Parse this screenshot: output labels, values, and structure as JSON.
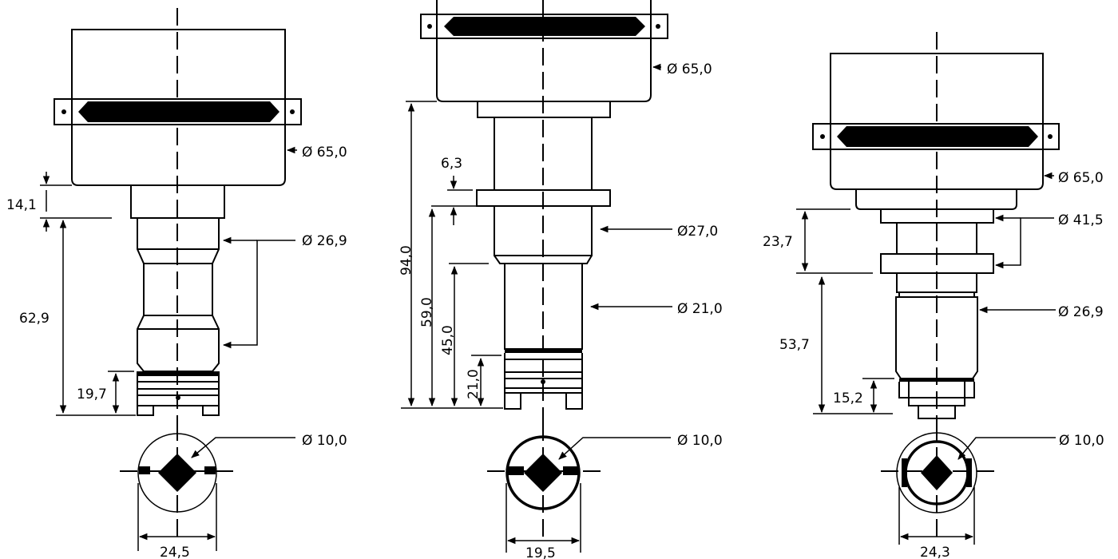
{
  "drawings": [
    {
      "name": "connector-left",
      "dims": {
        "d_housing": "Ø 65,0",
        "len_neck": "14,1",
        "d_body": "Ø 26,9",
        "len_body": "62,9",
        "len_tip": "19,7",
        "d_contact": "Ø 10,0",
        "d_face": "24,5"
      }
    },
    {
      "name": "connector-middle",
      "dims": {
        "d_housing": "Ø 65,0",
        "len_total": "94,0",
        "len_flange": "6,3",
        "d_upper": "Ø27,0",
        "len_a": "59,0",
        "len_b": "45,0",
        "d_lower": "Ø 21,0",
        "len_tip": "21,0",
        "d_contact": "Ø 10,0",
        "d_face": "19,5"
      }
    },
    {
      "name": "connector-right",
      "dims": {
        "d_housing": "Ø 65,0",
        "d_flange": "Ø 41,5",
        "len_flange": "23,7",
        "d_body": "Ø 26,9",
        "len_body": "53,7",
        "len_tip": "15,2",
        "d_contact": "Ø 10,0",
        "d_face": "24,3"
      }
    }
  ]
}
